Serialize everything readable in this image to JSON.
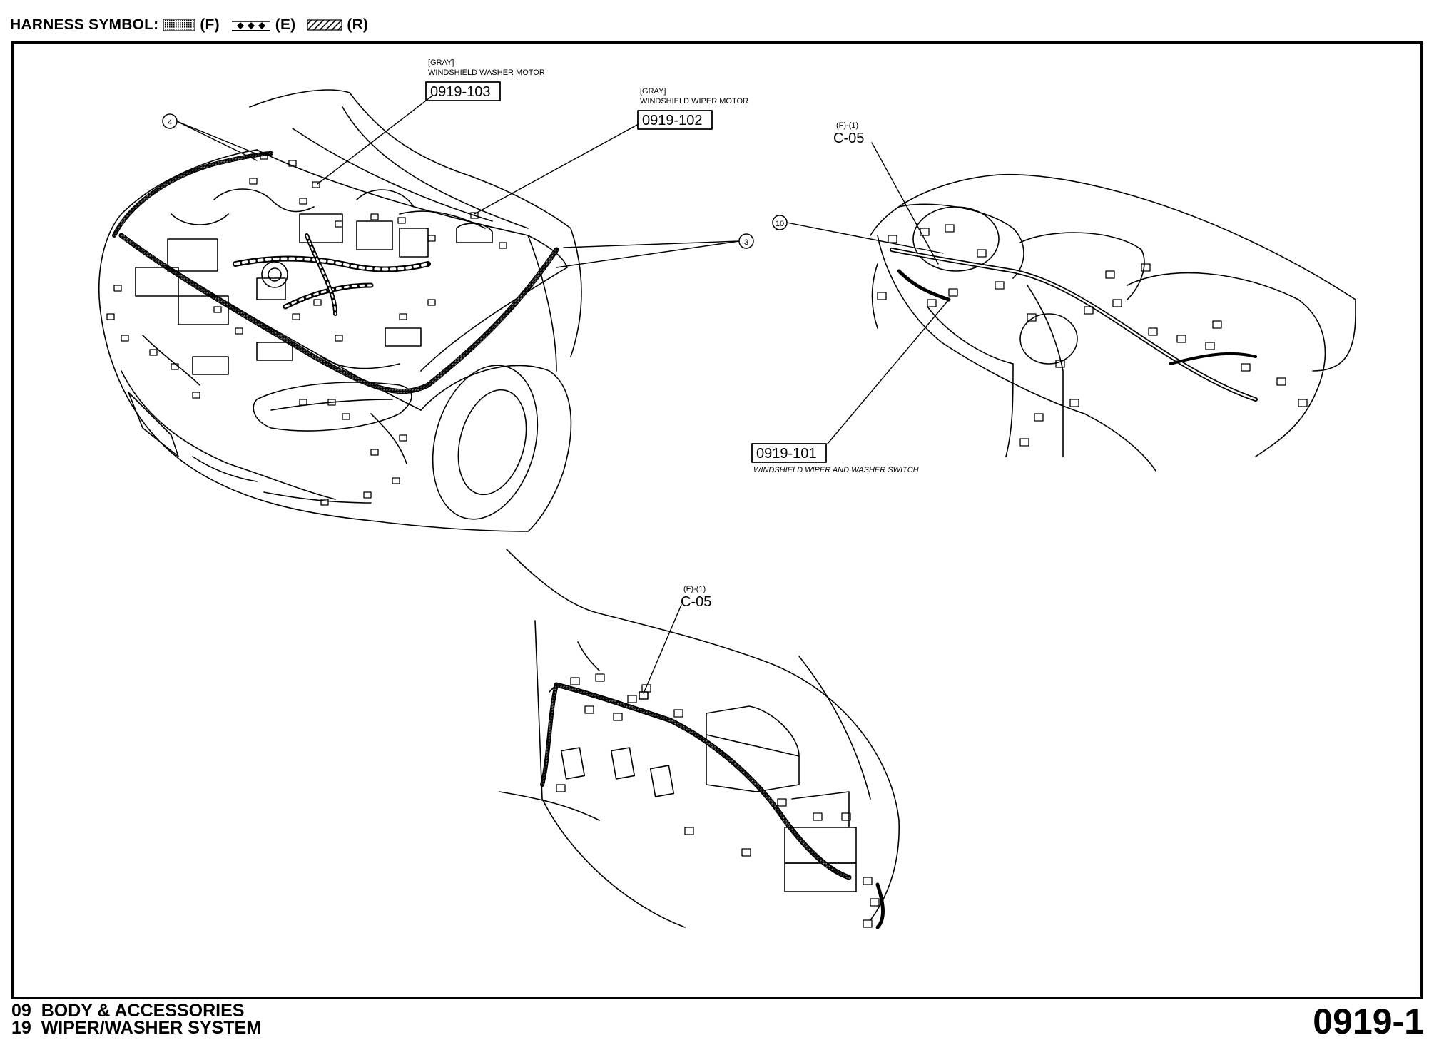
{
  "legend": {
    "label": "HARNESS SYMBOL:",
    "symbols": [
      {
        "pattern": "dotted-grid",
        "code": "(F)"
      },
      {
        "pattern": "diamond-chain",
        "code": "(E)"
      },
      {
        "pattern": "diagonal-hatch",
        "code": "(R)"
      }
    ]
  },
  "callouts": {
    "washer_motor": {
      "color": "[GRAY]",
      "name": "WINDSHIELD WASHER MOTOR",
      "code": "0919-103"
    },
    "wiper_motor": {
      "color": "[GRAY]",
      "name": "WINDSHIELD WIPER MOTOR",
      "code": "0919-102"
    },
    "wiper_switch": {
      "code": "0919-101",
      "name": "WINDSHIELD WIPER AND WASHER SWITCH"
    },
    "connector_upper": {
      "ref": "(F)-(1)",
      "code": "C-05"
    },
    "connector_lower": {
      "ref": "(F)-(1)",
      "code": "C-05"
    },
    "circle_4": "4",
    "circle_3": "3",
    "circle_10": "10"
  },
  "footer": {
    "line1": "09  BODY & ACCESSORIES",
    "line2": "19  WIPER/WASHER SYSTEM",
    "page": "0919-1"
  },
  "colors": {
    "ink": "#000000",
    "paper": "#ffffff"
  }
}
